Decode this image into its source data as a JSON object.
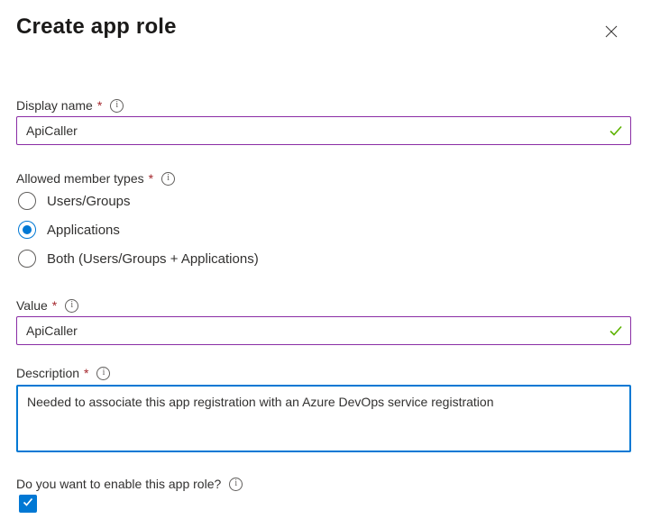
{
  "header": {
    "title": "Create app role"
  },
  "fields": {
    "display_name": {
      "label": "Display name",
      "required_mark": "*",
      "value": "ApiCaller",
      "valid": true
    },
    "allowed_member_types": {
      "label": "Allowed member types",
      "required_mark": "*",
      "options": [
        {
          "label": "Users/Groups",
          "selected": false
        },
        {
          "label": "Applications",
          "selected": true
        },
        {
          "label": "Both (Users/Groups + Applications)",
          "selected": false
        }
      ]
    },
    "value": {
      "label": "Value",
      "required_mark": "*",
      "value": "ApiCaller",
      "valid": true
    },
    "description": {
      "label": "Description",
      "required_mark": "*",
      "value": "Needed to associate this app registration with an Azure DevOps service registration"
    },
    "enable_role": {
      "label": "Do you want to enable this app role?",
      "checked": true
    }
  },
  "icons": {
    "close": "close-icon",
    "info": "info-icon",
    "valid": "checkmark-icon"
  },
  "colors": {
    "accent_blue": "#0078d4",
    "edited_purple": "#8a2da5",
    "valid_green": "#5db300",
    "required_red": "#a4262c",
    "text_dark": "#323130"
  }
}
